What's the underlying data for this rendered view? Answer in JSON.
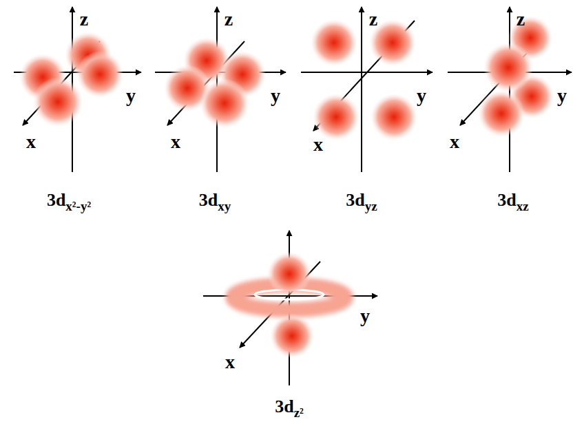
{
  "diagram": {
    "labels": [
      "z",
      "y",
      "x",
      "3dx²-y²",
      "z",
      "y",
      "x",
      "3dxy",
      "z",
      "y",
      "x",
      "3dyz",
      "z",
      "y",
      "x",
      "3dxz",
      "y",
      "x",
      "3dz²"
    ]
  }
}
